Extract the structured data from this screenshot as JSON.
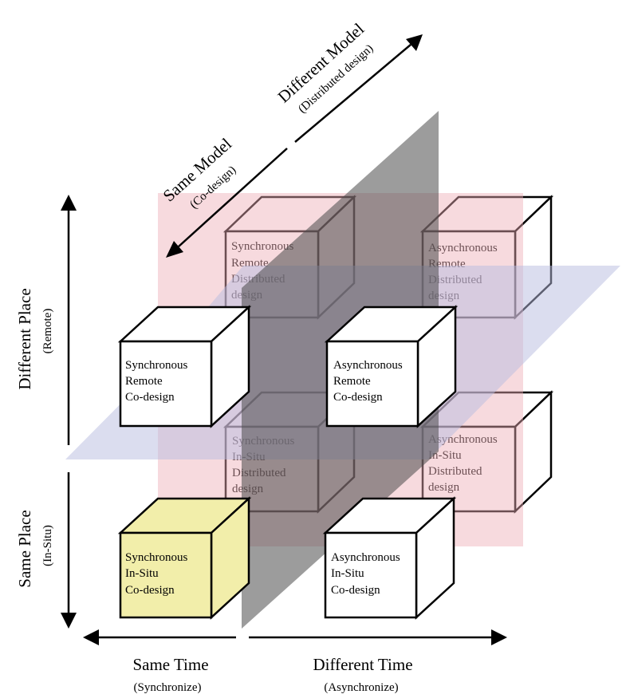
{
  "axes": {
    "time": {
      "same_label": "Same Time",
      "same_sub": "(Synchronize)",
      "different_label": "Different Time",
      "different_sub": "(Asynchronize)"
    },
    "place": {
      "different_label": "Different Place",
      "different_sub": "(Remote)",
      "same_label": "Same Place",
      "same_sub": "(In-Situ)"
    },
    "model": {
      "same_label": "Same Model",
      "same_sub": "(Co-design)",
      "different_label": "Different Model",
      "different_sub": "(Distributed design)"
    }
  },
  "cubes": {
    "sync_remote_distributed": [
      "Synchronous",
      "Remote",
      "Distributed",
      "design"
    ],
    "async_remote_distributed": [
      "Asynchronous",
      "Remote",
      "Distributed",
      "design"
    ],
    "sync_remote_codesign": [
      "Synchronous",
      "Remote",
      "Co-design"
    ],
    "async_remote_codesign": [
      "Asynchronous",
      "Remote",
      "Co-design"
    ],
    "sync_insitu_distributed": [
      "Synchronous",
      "In-Situ",
      "Distributed",
      "design"
    ],
    "async_insitu_distributed": [
      "Asynchronous",
      "In-Situ",
      "Distributed",
      "design"
    ],
    "sync_insitu_codesign": [
      "Synchronous",
      "In-Situ",
      "Co-design"
    ],
    "async_insitu_codesign": [
      "Asynchronous",
      "In-Situ",
      "Co-design"
    ]
  },
  "colors": {
    "highlight_cube": "#f2eeaa",
    "pink_plane": "#f5d3d7",
    "blue_plane": "#c9cbe6",
    "gray_plane": "#555555"
  }
}
